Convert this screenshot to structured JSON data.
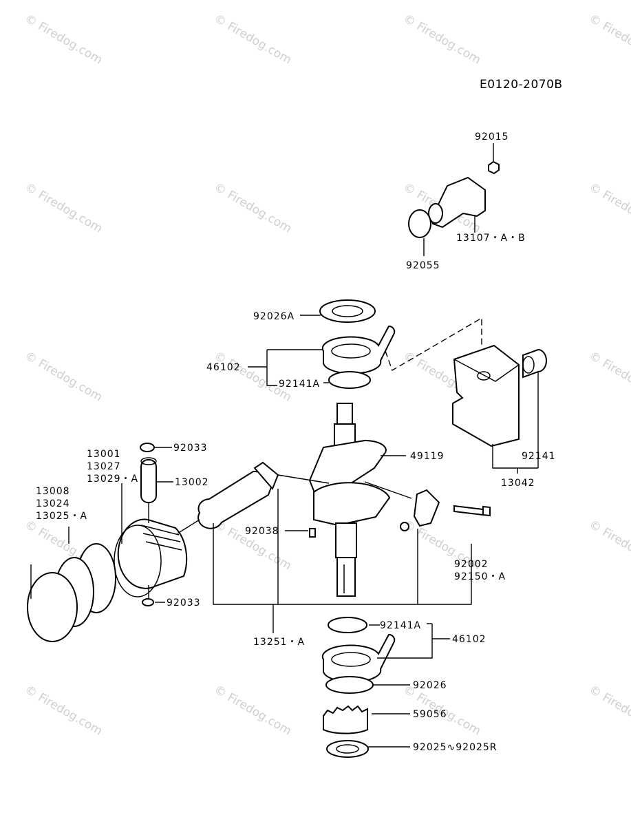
{
  "diagram_code": "E0120-2070B",
  "watermark": "© Firedog.com",
  "parts": {
    "p92015": "92015",
    "p13107": "13107・A・B",
    "p92055": "92055",
    "p92026A": "92026A",
    "p46102_top": "46102",
    "p92141A_top": "92141A",
    "p49119": "49119",
    "p92141": "92141",
    "p13042": "13042",
    "p13001": "13001",
    "p13027": "13027",
    "p13029A": "13029・A",
    "p92033_top": "92033",
    "p13002": "13002",
    "p13008": "13008",
    "p13024": "13024",
    "p13025A": "13025・A",
    "p92038": "92038",
    "p92002": "92002",
    "p92150A": "92150・A",
    "p92033_bottom": "92033",
    "p13251A": "13251・A",
    "p92141A_bottom": "92141A",
    "p46102_bottom": "46102",
    "p92026": "92026",
    "p59056": "59056",
    "p92025": "92025∿92025R"
  }
}
